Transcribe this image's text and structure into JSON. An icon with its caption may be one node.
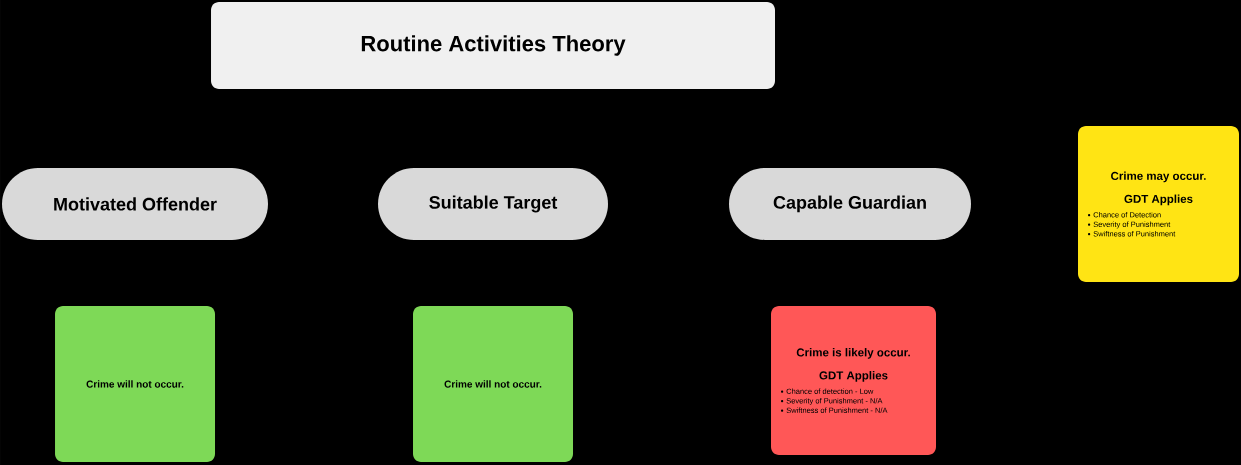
{
  "diagram": {
    "nodes": [
      {
        "text": [
          "Routine Activities Theory"
        ]
      },
      {
        "text": [
          "Motivated Offender"
        ]
      },
      {
        "text": [
          "Suitable Target"
        ]
      },
      {
        "text": [
          "Capable Guardian"
        ]
      },
      {
        "text": [
          "Crime may occur.",
          "GDT Applies",
          "Chance of Detection",
          "Severity of Punishment",
          "Swiftness of Punishment"
        ]
      },
      {
        "text": [
          "Crime will not occur."
        ]
      },
      {
        "text": [
          "Crime will not occur."
        ]
      },
      {
        "text": [
          "Crime is likely occur.",
          "GDT Applies",
          "Chance of detection - Low",
          "Severity of Punishment - N/A",
          "Swiftness of Punishment - N/A"
        ]
      }
    ]
  }
}
